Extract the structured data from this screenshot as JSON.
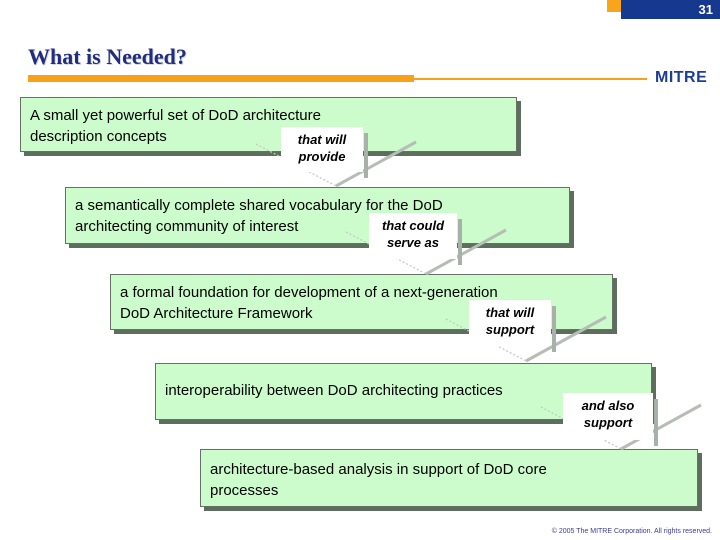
{
  "slide": {
    "page_number": "31",
    "title": "What is Needed?",
    "logo": "MITRE",
    "copyright": "© 2005 The MITRE Corporation. All rights reserved."
  },
  "diagram": {
    "boxes": [
      {
        "line1": "A small yet powerful set of DoD architecture",
        "line2": "description concepts"
      },
      {
        "line1": "a semantically complete shared vocabulary for the DoD",
        "line2": "architecting community of interest"
      },
      {
        "line1": "a formal foundation for development of a next-generation",
        "line2": "DoD Architecture Framework"
      },
      {
        "line1": "interoperability between DoD architecting practices",
        "line2": ""
      },
      {
        "line1": "architecture-based analysis in support of DoD core",
        "line2": "processes"
      }
    ],
    "connectors": [
      {
        "line1": "that will",
        "line2": "provide"
      },
      {
        "line1": "that could",
        "line2": "serve as"
      },
      {
        "line1": "that will",
        "line2": "support"
      },
      {
        "line1": "and also",
        "line2": "support"
      }
    ]
  },
  "colors": {
    "box_fill": "#ccfccc",
    "box_shadow": "#5e6e5e",
    "accent_gold": "#f7a11a",
    "header_navy": "#16398f",
    "title_navy": "#222d7d",
    "logo_blue": "#1e3d96",
    "arrow_gray": "#b6bcb6"
  }
}
